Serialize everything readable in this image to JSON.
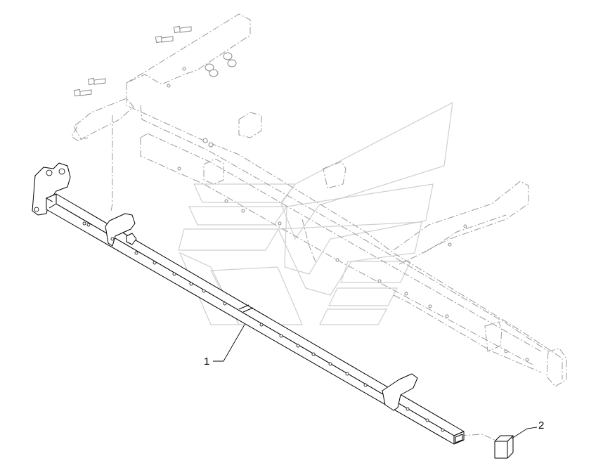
{
  "diagram": {
    "callouts": [
      {
        "id": "callout-1",
        "text": "1"
      },
      {
        "id": "callout-2",
        "text": "2"
      }
    ],
    "colors": {
      "line": "#000000",
      "ghost": "#9a9a9a",
      "watermark": "#cfcfcf",
      "background": "#ffffff"
    }
  }
}
